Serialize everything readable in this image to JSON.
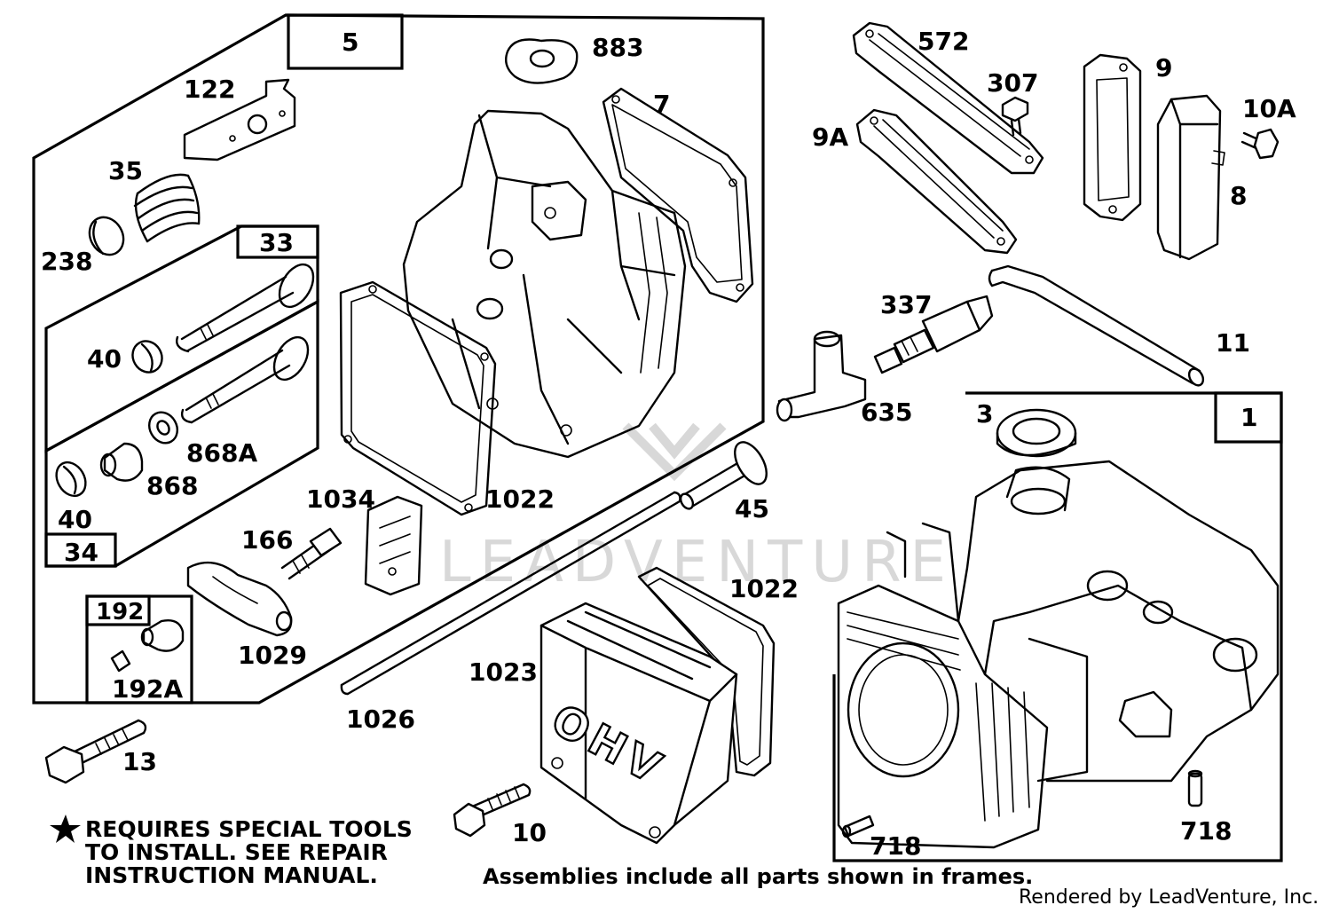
{
  "callouts": [
    {
      "id": "5",
      "text": "5"
    },
    {
      "id": "883",
      "text": "883"
    },
    {
      "id": "7",
      "text": "7"
    },
    {
      "id": "122",
      "text": "122"
    },
    {
      "id": "35",
      "text": "35"
    },
    {
      "id": "238",
      "text": "238"
    },
    {
      "id": "33",
      "text": "33"
    },
    {
      "id": "40a",
      "text": "40"
    },
    {
      "id": "868A",
      "text": "868A"
    },
    {
      "id": "868",
      "text": "868"
    },
    {
      "id": "40b",
      "text": "40"
    },
    {
      "id": "34",
      "text": "34"
    },
    {
      "id": "1034",
      "text": "1034"
    },
    {
      "id": "1022a",
      "text": "1022"
    },
    {
      "id": "166",
      "text": "166"
    },
    {
      "id": "1029",
      "text": "1029"
    },
    {
      "id": "192",
      "text": "192"
    },
    {
      "id": "192A",
      "text": "192A"
    },
    {
      "id": "13",
      "text": "13"
    },
    {
      "id": "1026",
      "text": "1026"
    },
    {
      "id": "1023",
      "text": "1023"
    },
    {
      "id": "1022b",
      "text": "1022"
    },
    {
      "id": "10",
      "text": "10"
    },
    {
      "id": "45",
      "text": "45"
    },
    {
      "id": "572",
      "text": "572"
    },
    {
      "id": "307",
      "text": "307"
    },
    {
      "id": "9A",
      "text": "9A"
    },
    {
      "id": "9",
      "text": "9"
    },
    {
      "id": "10A",
      "text": "10A"
    },
    {
      "id": "8",
      "text": "8"
    },
    {
      "id": "337",
      "text": "337"
    },
    {
      "id": "11",
      "text": "11"
    },
    {
      "id": "635",
      "text": "635"
    },
    {
      "id": "3",
      "text": "3"
    },
    {
      "id": "1",
      "text": "1"
    },
    {
      "id": "718a",
      "text": "718"
    },
    {
      "id": "718b",
      "text": "718"
    }
  ],
  "cover_text": "OHV",
  "notes": {
    "special_tools": [
      "REQUIRES SPECIAL TOOLS",
      "TO INSTALL.  SEE REPAIR",
      "INSTRUCTION MANUAL."
    ],
    "assemblies": "Assemblies include all parts shown in frames.",
    "rendered_by": "Rendered by LeadVenture, Inc.",
    "watermark": "LEADVENTURE"
  },
  "icons": {
    "star": "star-icon"
  }
}
